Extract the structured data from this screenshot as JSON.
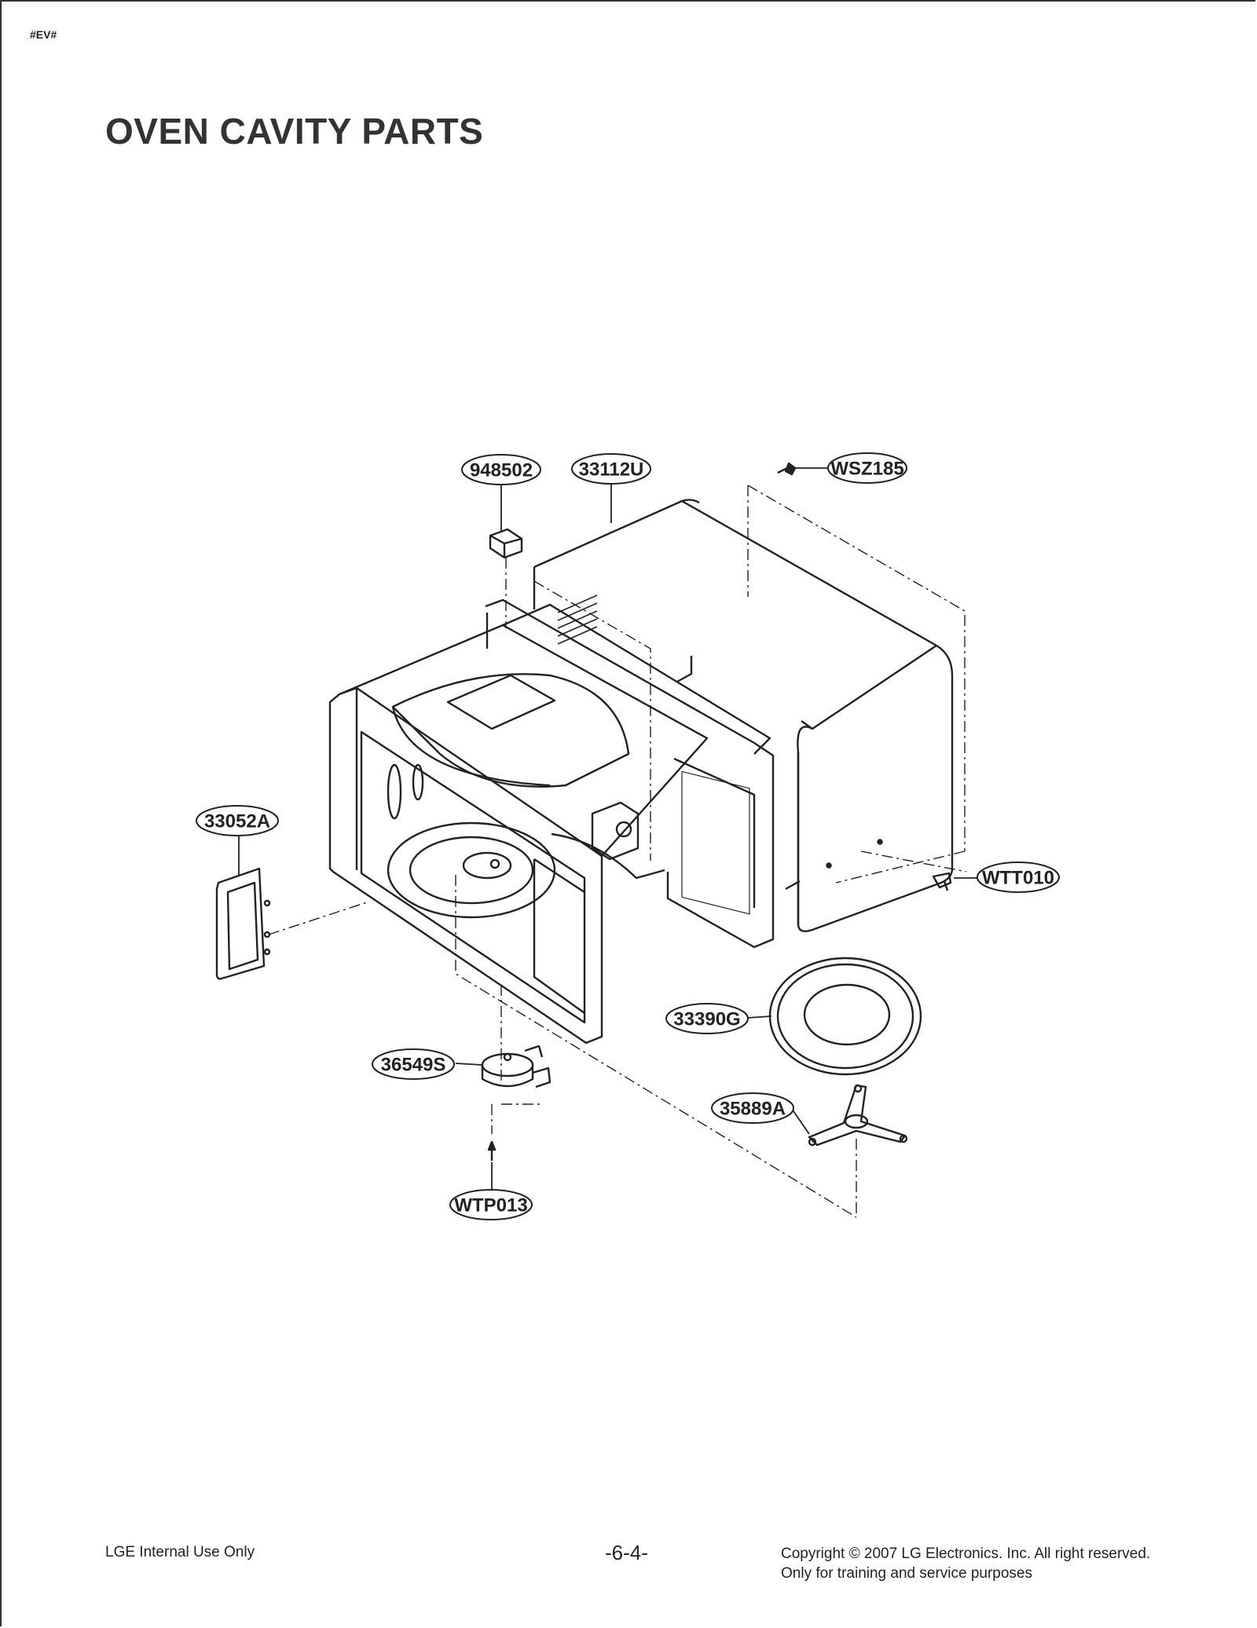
{
  "corner_tag": "#EV#",
  "title": "OVEN CAVITY PARTS",
  "parts": [
    {
      "id": "948502"
    },
    {
      "id": "33112U"
    },
    {
      "id": "WSZ185"
    },
    {
      "id": "33052A"
    },
    {
      "id": "WTT010"
    },
    {
      "id": "33390G"
    },
    {
      "id": "36549S"
    },
    {
      "id": "35889A"
    },
    {
      "id": "WTP013"
    }
  ],
  "footer": {
    "left": "LGE Internal Use Only",
    "page_number": "-6-4-",
    "copyright_line1": "Copyright © 2007 LG Electronics. Inc. All right reserved.",
    "copyright_line2": "Only for training and service purposes"
  },
  "colors": {
    "ink": "#222222",
    "paper": "#ffffff"
  }
}
